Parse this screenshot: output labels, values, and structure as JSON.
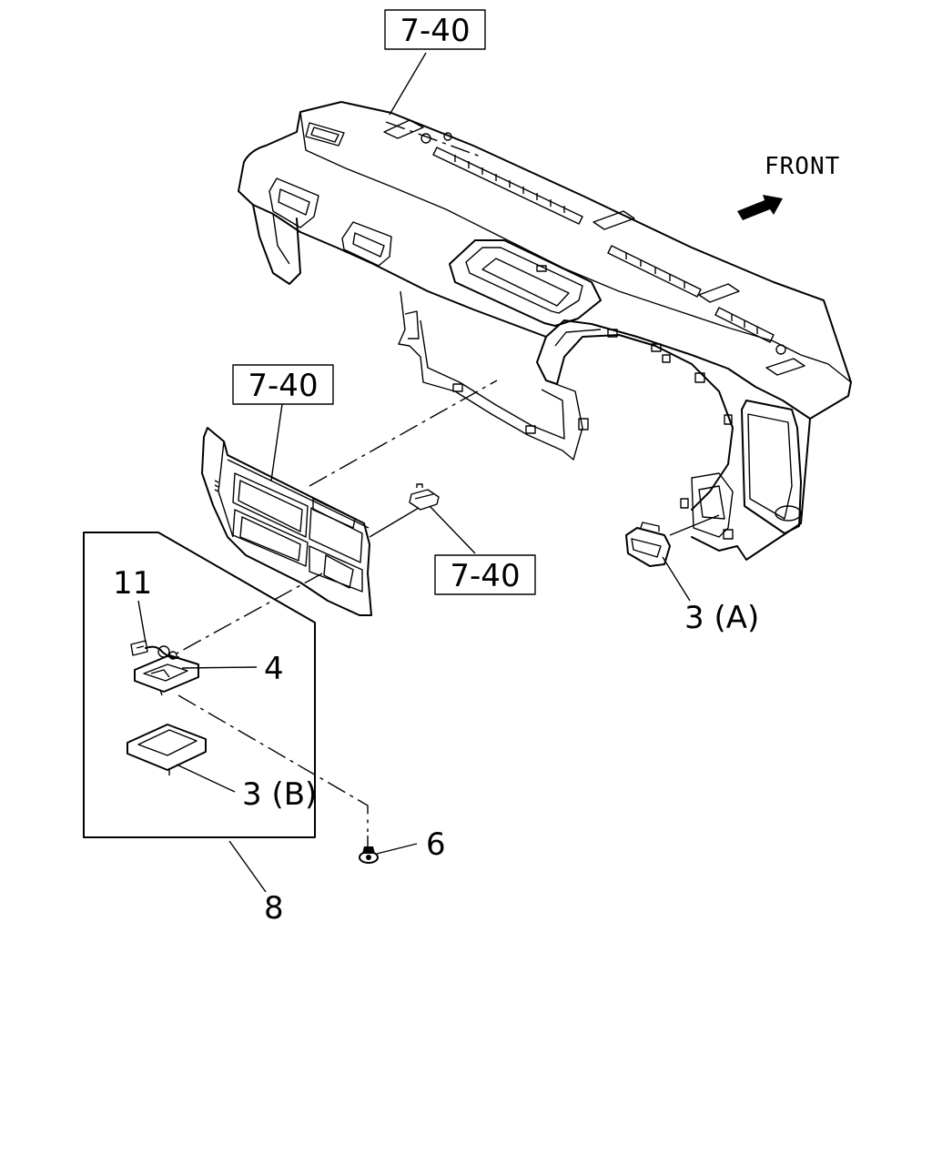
{
  "diagram": {
    "orientation": {
      "label": "FRONT",
      "icon": "arrow-icon"
    },
    "references": [
      {
        "id": "ref-top",
        "label": "7-40"
      },
      {
        "id": "ref-mid",
        "label": "7-40"
      },
      {
        "id": "ref-right",
        "label": "7-40"
      }
    ],
    "callouts": {
      "part_11": "11",
      "part_4": "4",
      "part_3b": "3 (B)",
      "part_3a": "3 (A)",
      "part_6": "6",
      "part_8": "8"
    }
  }
}
